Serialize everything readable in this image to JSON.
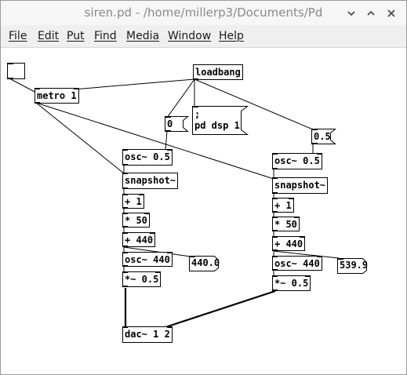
{
  "window": {
    "title": "siren.pd  - /home/millerp3/Documents/Pd"
  },
  "menubar": {
    "items": [
      {
        "label": "File"
      },
      {
        "label": "Edit"
      },
      {
        "label": "Put"
      },
      {
        "label": "Find"
      },
      {
        "label": "Media"
      },
      {
        "label": "Window"
      },
      {
        "label": "Help"
      }
    ]
  },
  "titlebar_buttons": [
    "chevron-down-icon",
    "chevron-up-icon",
    "close-icon"
  ],
  "patch": {
    "objects": {
      "loadbang": "loadbang",
      "metro": "metro 1",
      "osc_lfo_left": "osc~ 0.5",
      "snapshot_left": "snapshot~",
      "add1_left": "+ 1",
      "mul50_left": "* 50",
      "add440_left": "+ 440",
      "osc440_left": "osc~ 440",
      "gain_left": "*~ 0.5",
      "dac": "dac~ 1 2",
      "osc_lfo_right": "osc~ 0.5",
      "snapshot_right": "snapshot~",
      "add1_right": "+ 1",
      "mul50_right": "* 50",
      "add440_right": "+ 440",
      "osc440_right": "osc~ 440",
      "gain_right": "*~ 0.5"
    },
    "messages": {
      "zero": "0",
      "dsp": ";\npd dsp 1",
      "half": "0.5"
    },
    "number_boxes": {
      "freq_left": "440.0",
      "freq_right": "539.9"
    }
  },
  "colors": {
    "canvas": "#ffffff",
    "wire": "#000000",
    "titlebar": "#f6f6f6",
    "menubar": "#efefef"
  }
}
